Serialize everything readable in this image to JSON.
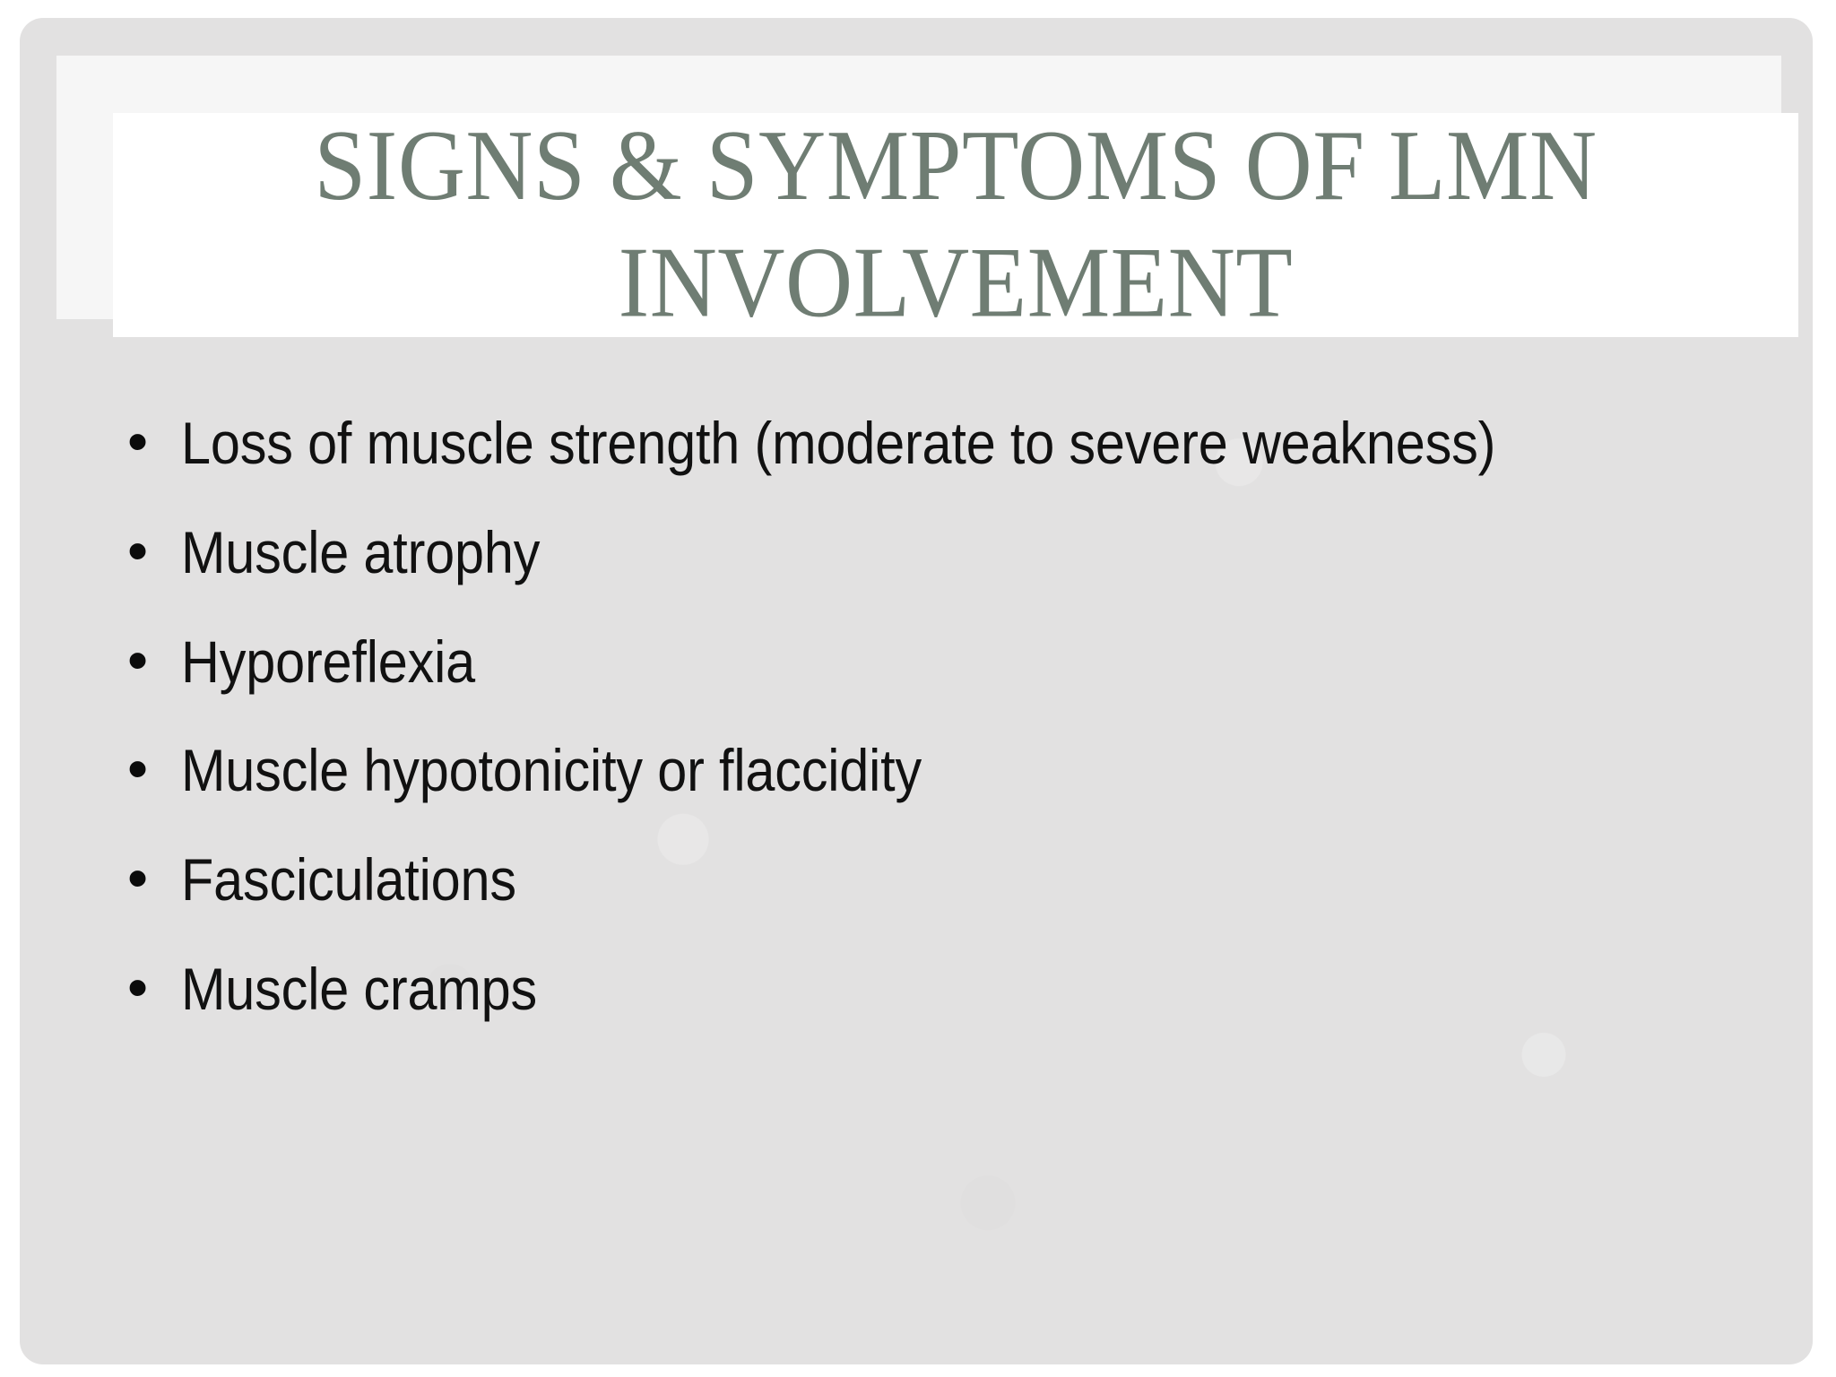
{
  "slide": {
    "title": "Signs & Symptoms of LMN Involvement",
    "title_line_1": "SIGNS & SYMPTOMS OF  LMN",
    "title_line_2": "INVOLVEMENT",
    "title_color": "#6f7d73",
    "background_color": "#e2e1e1",
    "title_box_color": "#ffffff",
    "title_frame_color": "#f6f6f6",
    "body_text_color": "#111111",
    "bullet_marker": "•",
    "bullets": [
      {
        "text": "Loss of muscle strength (moderate to severe weakness)"
      },
      {
        "text": "Muscle atrophy"
      },
      {
        "text": "Hyporeflexia"
      },
      {
        "text": "Muscle hypotonicity or flaccidity"
      },
      {
        "text": "Fasciculations"
      },
      {
        "text": "Muscle cramps"
      }
    ]
  }
}
